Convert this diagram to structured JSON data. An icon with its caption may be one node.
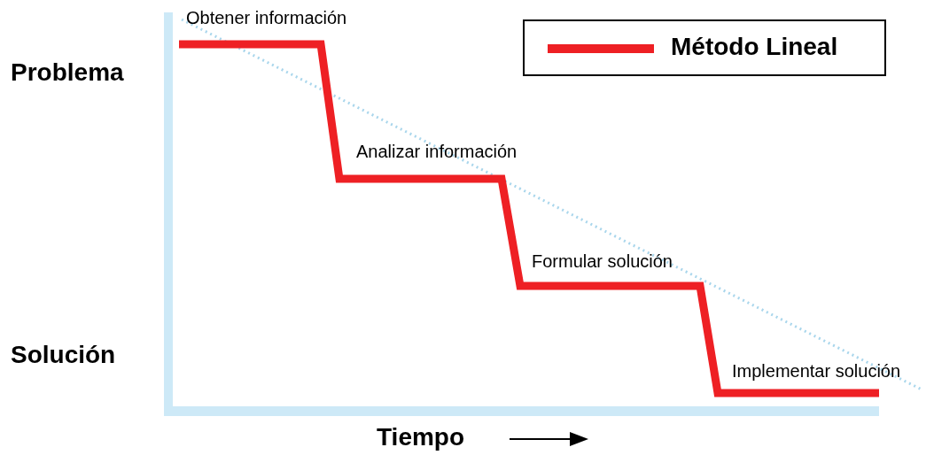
{
  "diagram": {
    "labels": [
      "Obtener información",
      "Problema",
      "Analizar información",
      "Formular solución",
      "Solución",
      "Implementar solución",
      "Tiempo"
    ],
    "legend": [
      {
        "text": "Método Lineal"
      }
    ]
  }
}
